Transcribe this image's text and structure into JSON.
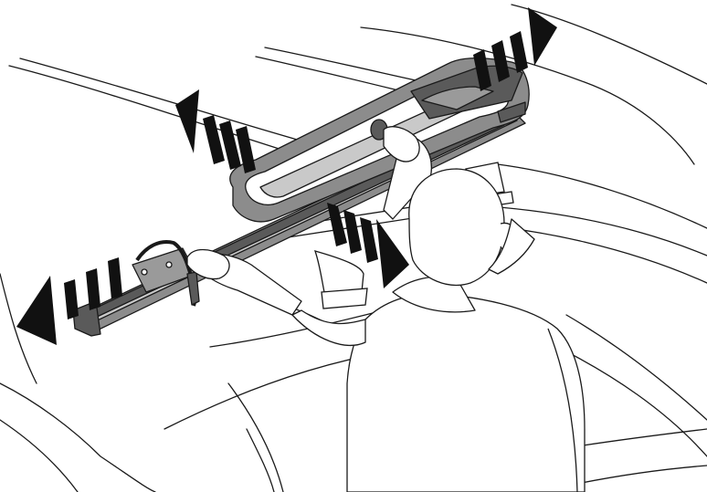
{
  "illustration": {
    "ink_color": "#1a1a1a",
    "fill_color": "#ffffff",
    "rack_fill": "#8c8c8c",
    "rack_dark": "#5a5a5a",
    "rack_light": "#c9c9c9",
    "arrow_color": "#111111"
  },
  "arrows": [
    {
      "name": "direction-arrow-top-right",
      "direction": "up-right"
    },
    {
      "name": "direction-arrow-upper-left",
      "direction": "up-left"
    },
    {
      "name": "direction-arrow-center",
      "direction": "down-right"
    },
    {
      "name": "direction-arrow-lower-left",
      "direction": "down-left"
    }
  ]
}
